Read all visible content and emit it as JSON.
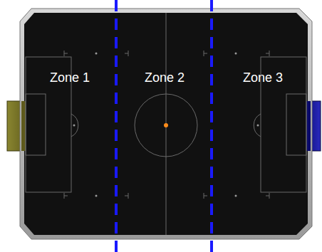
{
  "diagram": {
    "labels": [
      "Zone 1",
      "Zone 2",
      "Zone 3"
    ]
  }
}
